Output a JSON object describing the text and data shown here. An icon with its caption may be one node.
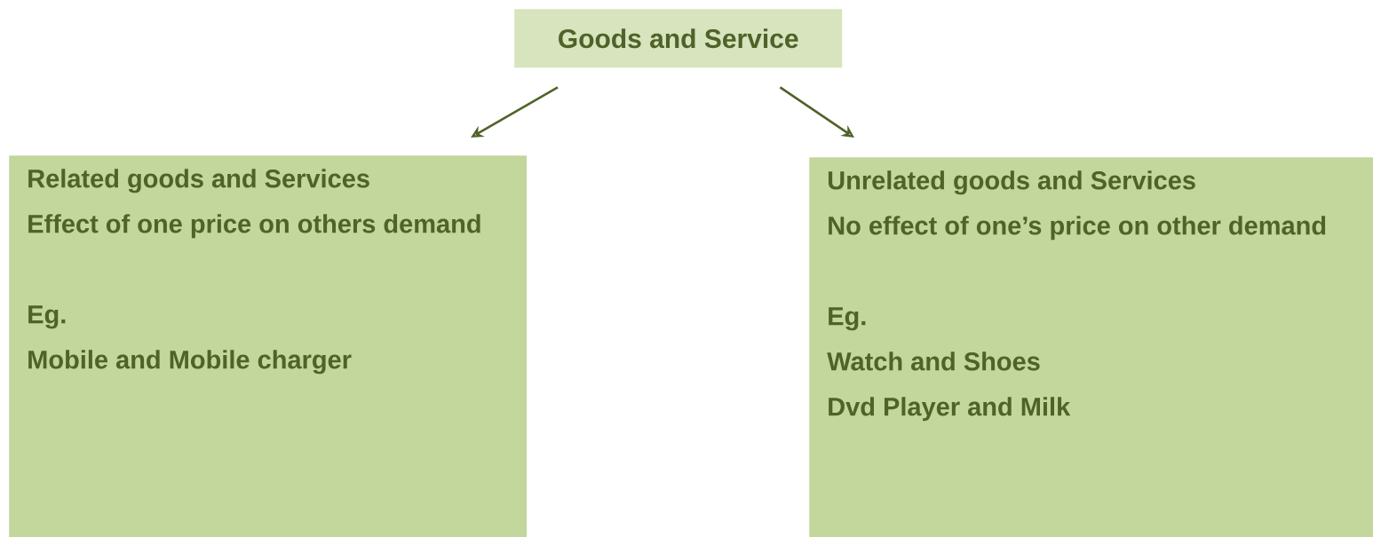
{
  "diagram": {
    "nodes": [
      {
        "text": [
          "Goods and Service"
        ]
      },
      {
        "text": [
          "Related goods and Services",
          "Effect of one price on others demand",
          "Eg.",
          "Mobile and Mobile charger"
        ]
      },
      {
        "text": [
          "Unrelated goods and Services",
          "No effect of one’s price on other demand",
          "Eg.",
          "Watch and Shoes",
          "Dvd Player and Milk"
        ]
      }
    ],
    "edges": [
      {
        "from": 0,
        "to": 1,
        "arrow": "to"
      },
      {
        "from": 0,
        "to": 2,
        "arrow": "to"
      }
    ]
  }
}
